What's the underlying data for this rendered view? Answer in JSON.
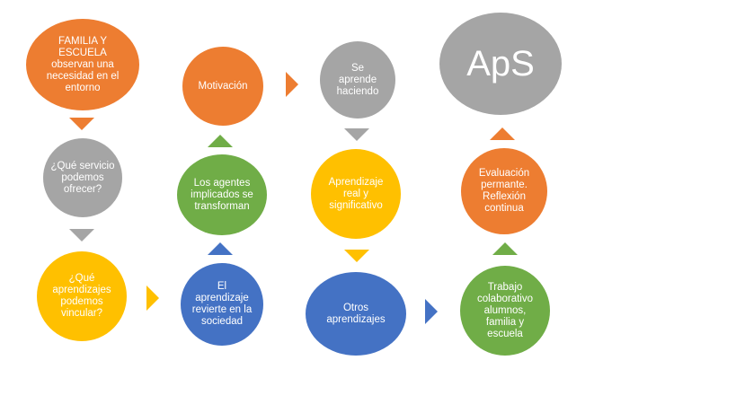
{
  "colors": {
    "orange": "#ED7D31",
    "gray": "#A5A5A5",
    "gold": "#FFC000",
    "blue": "#4472C4",
    "green": "#70AD47"
  },
  "nodes": {
    "familia": "FAMILIA Y ESCUELA observan una necesidad en el entorno",
    "servicio": "¿Qué servicio podemos ofrecer?",
    "aprendizajes_vincular": "¿Qué aprendizajes podemos vincular?",
    "revierte": "El aprendizaje revierte en la sociedad",
    "agentes": "Los agentes implicados se transforman",
    "motivacion": "Motivación",
    "aprende": "Se aprende haciendo",
    "real": "Aprendizaje real y significativo",
    "otros": "Otros aprendizajes",
    "trabajo": "Trabajo colaborativo alumnos, familia y escuela",
    "evaluacion": "Evaluación permante. Reflexión continua",
    "aps": "ApS"
  }
}
